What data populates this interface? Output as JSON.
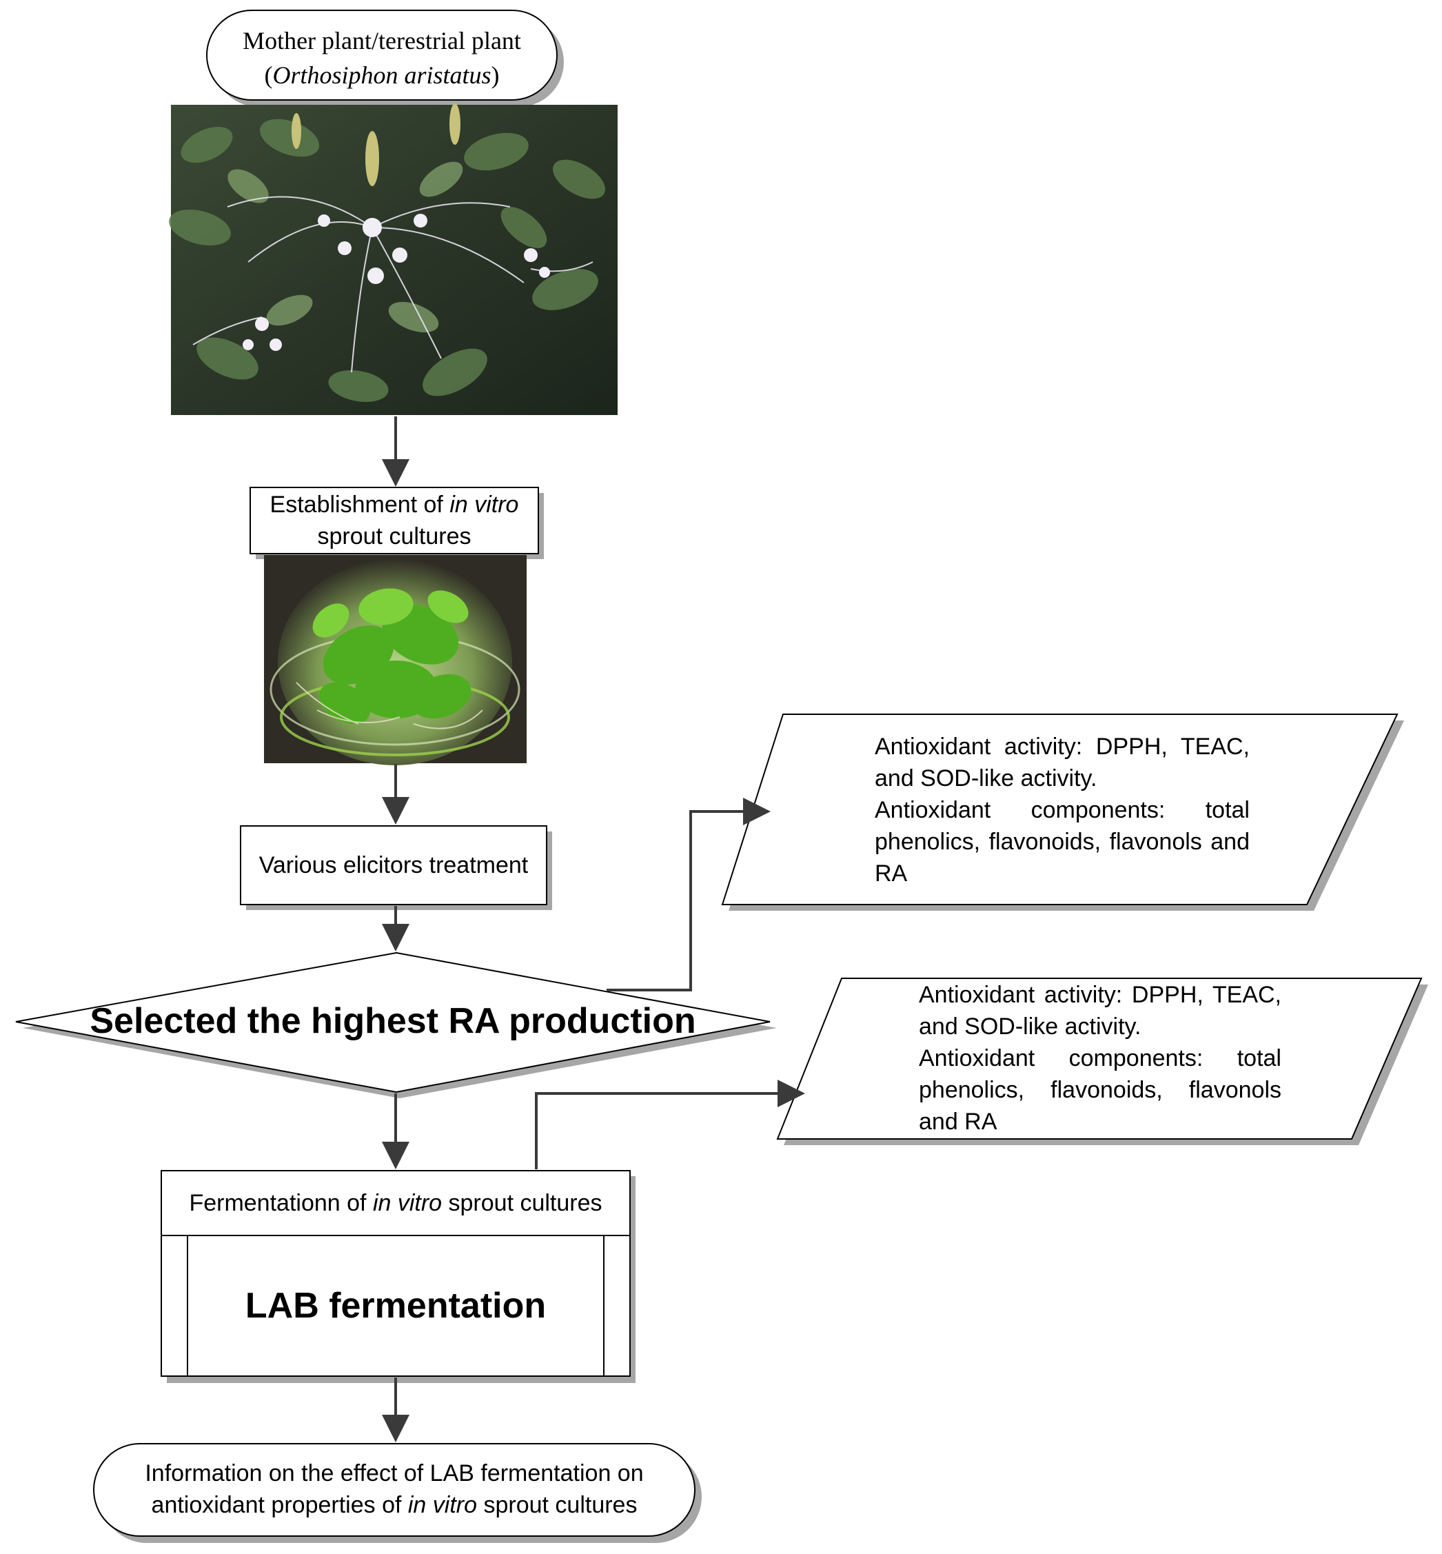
{
  "nodes": {
    "mother_plant": {
      "line1": "Mother plant/terestrial plant",
      "line2_pre": "(",
      "line2_italic": "Orthosiphon aristatus",
      "line2_post": ")"
    },
    "establishment": {
      "line1_pre": "Establishment of ",
      "line1_italic": "in vitro",
      "line2": "sprout cultures"
    },
    "elicitors": {
      "label": "Various elicitors treatment"
    },
    "decision": {
      "label": "Selected the highest RA production"
    },
    "fermentation_header": {
      "pre": "Fermentationn of ",
      "italic": "in vitro",
      "post": " sprout cultures"
    },
    "lab": {
      "label": "LAB fermentation"
    },
    "information": {
      "line1": "Information on the effect of LAB fermentation on",
      "line2_pre": "antioxidant properties of ",
      "line2_italic": "in vitro",
      "line2_post": " sprout cultures"
    }
  },
  "outputs": [
    {
      "activity": "Antioxidant activity: DPPH, TEAC, and SOD-like activity.",
      "components": "Antioxidant components: total phenolics, flavonoids, flavonols and RA"
    },
    {
      "activity": "Antioxidant activity: DPPH, TEAC, and SOD-like activity.",
      "components": "Antioxidant components: total phenolics, flavonoids, flavonols and RA"
    }
  ],
  "colors": {
    "stroke": "#000000",
    "arrow": "#3a3a3a",
    "shadow": "#a6a6a6",
    "sprout_bg": "#2e2c24",
    "sprout_green": "#4fae1f"
  }
}
